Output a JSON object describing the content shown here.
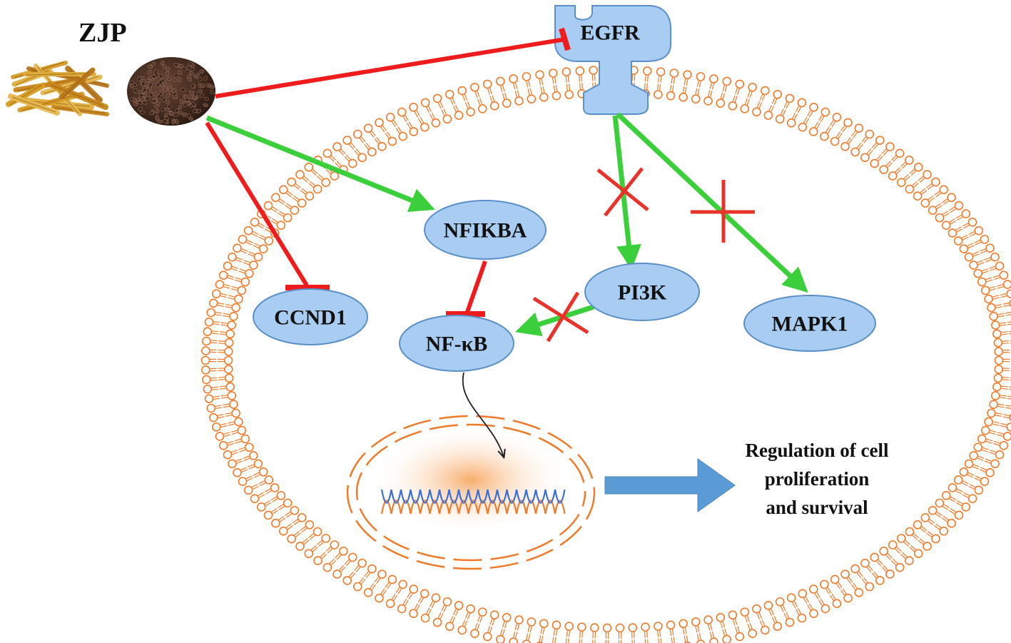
{
  "title": "ZJP",
  "nodes": {
    "egfr": "EGFR",
    "nfikba": "NFIKBA",
    "pi3k": "PI3K",
    "ccnd1": "CCND1",
    "nfkb": "NF-κB",
    "mapk1": "MAPK1"
  },
  "outcome": {
    "line1": "Regulation of cell",
    "line2": "proliferation",
    "line3": "and survival"
  },
  "colors": {
    "inhibition": "#ee1c1c",
    "activation": "#3ccf3c",
    "membrane": "#f07a2a",
    "node_fill": "#a9cdf2",
    "node_stroke": "#5b8fc7",
    "block_mark": "#e8322a",
    "outcome_arrow": "#5b9bd5",
    "dna_strand_a": "#f07a2a",
    "dna_strand_b": "#3a6fd8"
  },
  "icons": {
    "herb_root": "dried-root-slices-icon",
    "herb_seeds": "seed-pile-icon",
    "receptor": "egfr-receptor-icon",
    "nucleus": "nucleus-icon",
    "dna": "dna-helix-icon"
  }
}
